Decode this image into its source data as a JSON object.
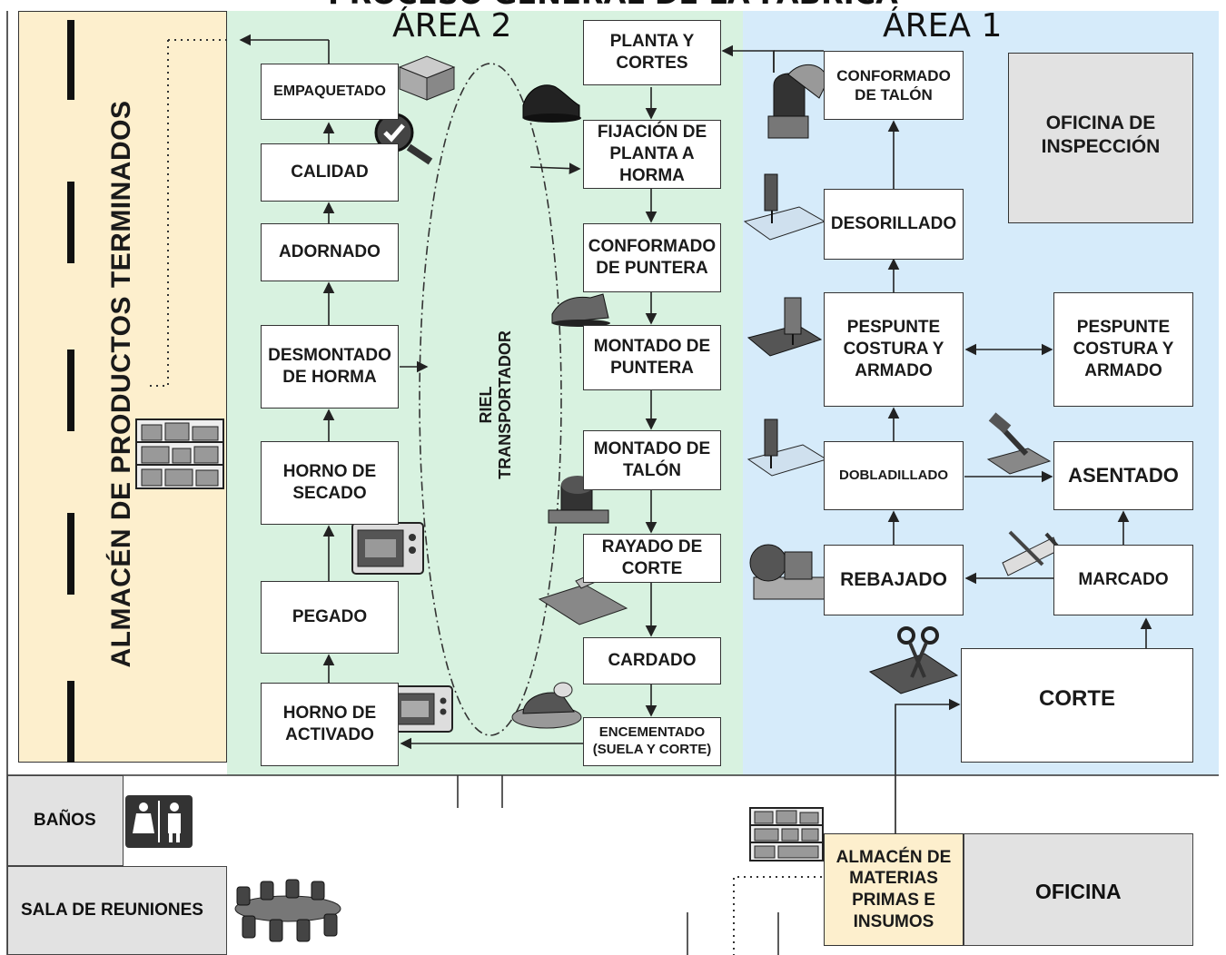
{
  "title": "PROCESO GENERAL DE LA FÁBRICA",
  "area2_label": "ÁREA 2",
  "area1_label": "ÁREA 1",
  "colors": {
    "area2_bg": "#d8f2e0",
    "area1_bg": "#d6ebfa",
    "warehouse_bg": "#fdefcd",
    "gray_room": "#e2e2e2"
  },
  "warehouse_label": "ALMACÉN DE PRODUCTOS TERMINADOS",
  "conveyor_label": "RIEL TRANSPORTADOR",
  "area2_left": {
    "empaquetado": "EMPAQUETADO",
    "calidad": "CALIDAD",
    "adornado": "ADORNADO",
    "desmontado": "DESMONTADO\nDE HORMA",
    "horno_secado": "HORNO DE\nSECADO",
    "pegado": "PEGADO",
    "horno_activado": "HORNO DE\nACTIVADO"
  },
  "area2_right": {
    "planta_cortes": "PLANTA Y\nCORTES",
    "fijacion": "FIJACIÓN DE\nPLANTA A\nHORMA",
    "conformado_puntera": "CONFORMADO\nDE PUNTERA",
    "montado_puntera": "MONTADO DE\nPUNTERA",
    "montado_talon": "MONTADO DE\nTALÓN",
    "rayado": "RAYADO DE\nCORTE",
    "cardado": "CARDADO",
    "encementado": "ENCEMENTADO\n(SUELA Y CORTE)"
  },
  "area1": {
    "conformado_talon": "CONFORMADO\nDE TALÓN",
    "oficina_inspeccion": "OFICINA DE\nINSPECCIÓN",
    "desorillado": "DESORILLADO",
    "pespunte_1": "PESPUNTE\nCOSTURA Y\nARMADO",
    "pespunte_2": "PESPUNTE\nCOSTURA Y\nARMADO",
    "dobladillado": "DOBLADILLADO",
    "asentado": "ASENTADO",
    "rebajado": "REBAJADO",
    "marcado": "MARCADO",
    "corte": "CORTE"
  },
  "bottom": {
    "banos": "BAÑOS",
    "sala": "SALA DE REUNIONES",
    "almacen_mp": "ALMACÉN DE\nMATERIAS\nPRIMAS E\nINSUMOS",
    "oficina": "OFICINA"
  },
  "icons": {
    "restroom": "restroom-icon",
    "meeting": "meeting-table-icon",
    "shelf": "shelf-boxes-icon",
    "shoe": "shoe-icon",
    "sewing": "sewing-machine-icon",
    "oven": "oven-icon",
    "scissors": "scissors-icon"
  }
}
